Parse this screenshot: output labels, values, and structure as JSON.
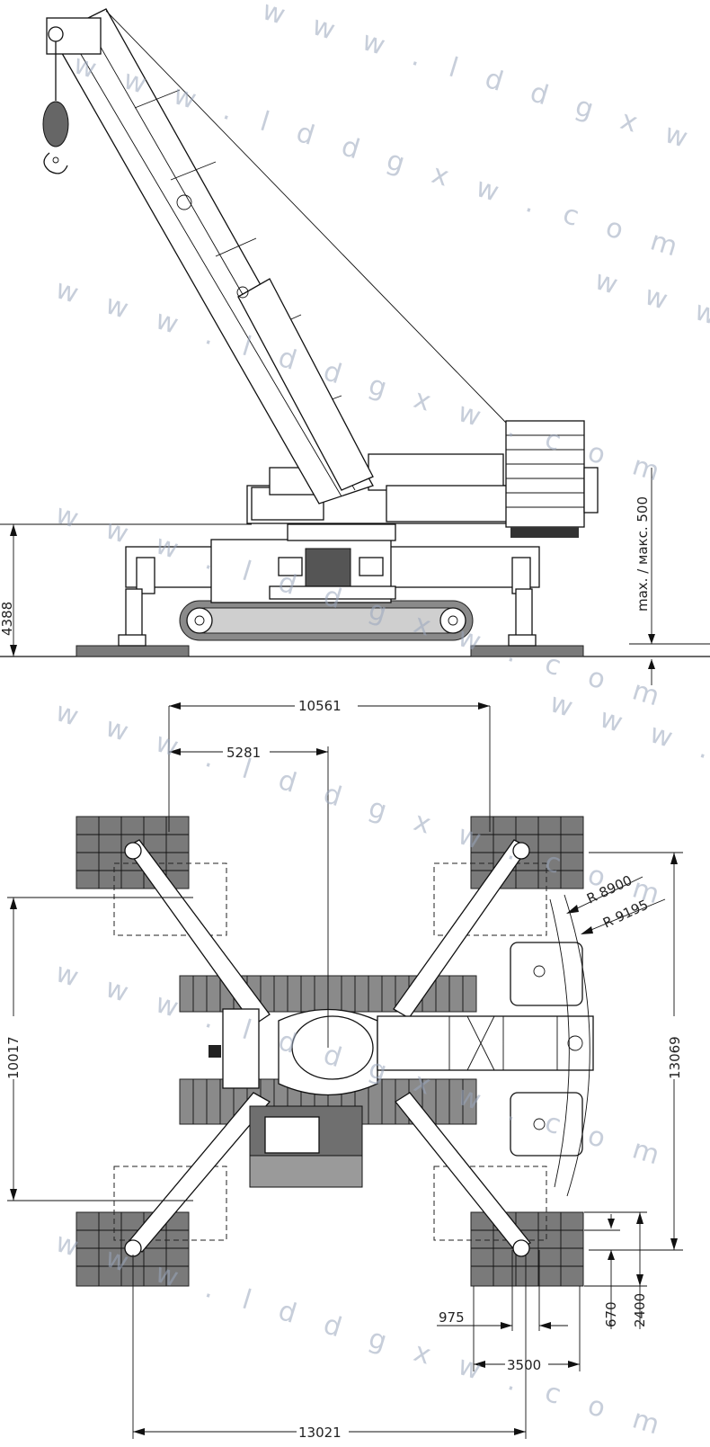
{
  "watermark": {
    "text": "w w w . l d d g x w . c o m",
    "text_color": "#9aa7bd"
  },
  "side_view": {
    "dim_ground_height": "4388",
    "dim_max_pad": "max. / макс. 500"
  },
  "top_view": {
    "dim_outrigger_span": "10561",
    "dim_half_span": "5281",
    "dim_side_span": "10017",
    "dim_total_length": "13069",
    "dim_radius_inner": "R 8900",
    "dim_radius_outer": "R 9195",
    "dim_pad_offset": "975",
    "dim_track_gauge": "3500",
    "dim_base_length": "13021",
    "dim_pad_small": "670",
    "dim_pad_depth": "2400"
  },
  "colors": {
    "pad_fill": "#7a7a7a",
    "track_fill": "#8a8a8a",
    "line": "#111111"
  }
}
